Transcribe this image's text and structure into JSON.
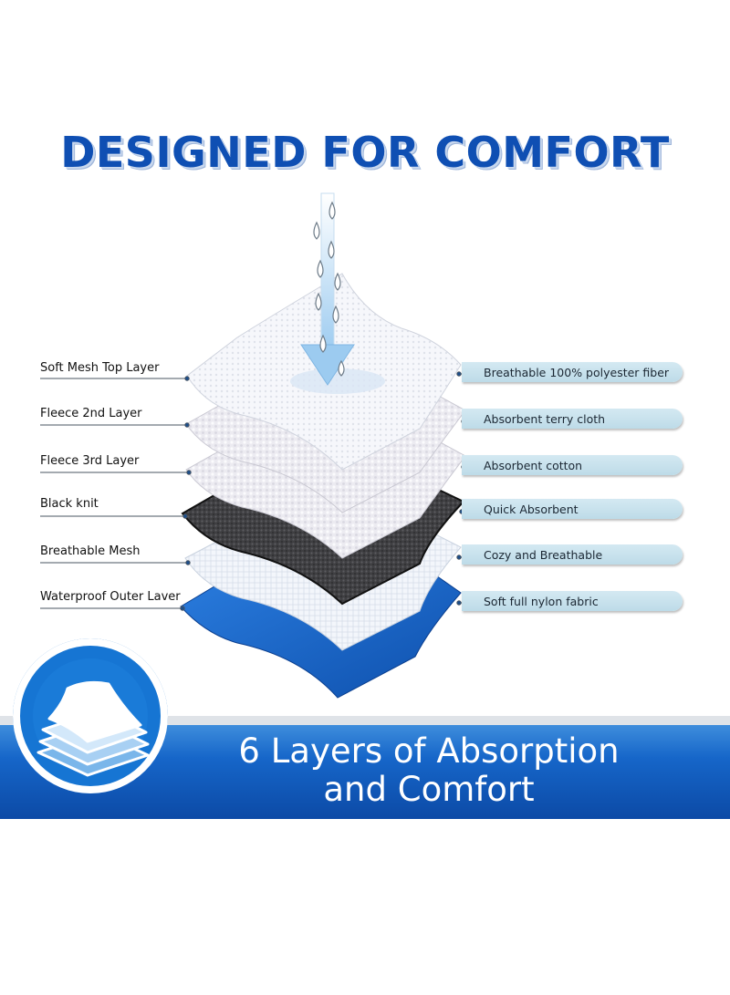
{
  "title": "DESIGNED FOR COMFORT",
  "layers": [
    {
      "name": "Soft Mesh Top Layer",
      "description": "Breathable 100% polyester fiber"
    },
    {
      "name": "Fleece 2nd Layer",
      "description": "Absorbent terry cloth"
    },
    {
      "name": "Fleece 3rd Layer",
      "description": "Absorbent cotton"
    },
    {
      "name": "Black knit",
      "description": "Quick Absorbent"
    },
    {
      "name": "Breathable Mesh",
      "description": "Cozy and Breathable"
    },
    {
      "name": "Waterproof Outer Laver",
      "description": "Soft full nylon fabric"
    }
  ],
  "banner": {
    "line1": "6 Layers of Absorption",
    "line2": "and Comfort"
  },
  "icons": {
    "water": "water-drop-arrow-icon",
    "badge": "layered-pad-icon"
  },
  "colors": {
    "title": "#0f4fb3",
    "band": "#1666c9",
    "pill": "#c9e2ed",
    "outer_layer": "#1667c6",
    "knit": "#3a3a3a"
  }
}
